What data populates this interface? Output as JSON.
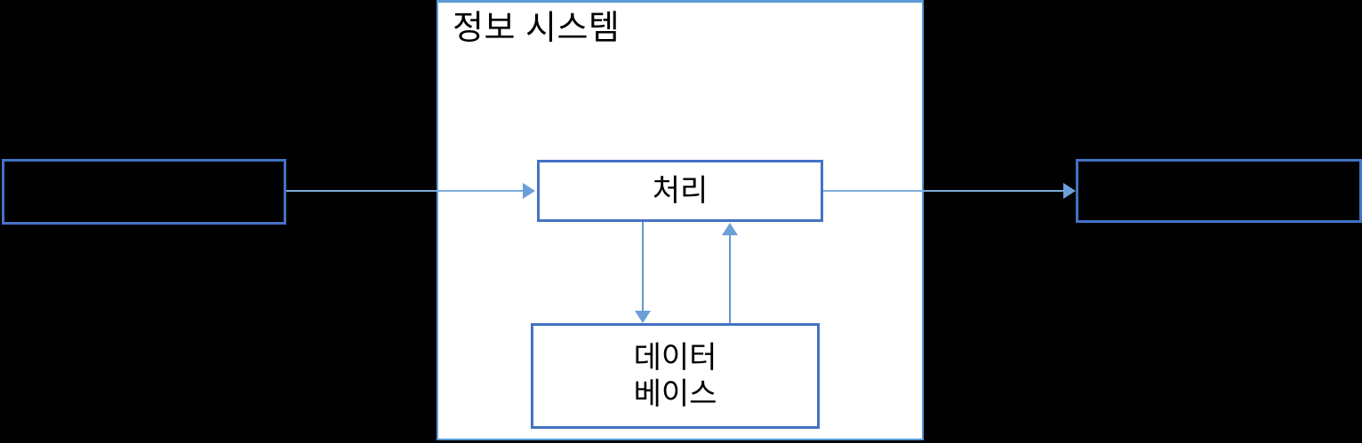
{
  "diagram": {
    "title": "정보 시스템",
    "background_color": "#000000",
    "panel_fill": "#FFFFFF",
    "box_border_color": "#4472C4",
    "panel_border_color": "#5B9BD5",
    "arrow_color": "#6B9FD8",
    "nodes": [
      {
        "id": "input",
        "label": "",
        "filled": false
      },
      {
        "id": "process",
        "label": "처리",
        "filled": true
      },
      {
        "id": "database",
        "label": "데이터\n베이스",
        "filled": true
      },
      {
        "id": "output",
        "label": "",
        "filled": false
      }
    ],
    "edges": [
      {
        "from": "input",
        "to": "process",
        "direction": "right"
      },
      {
        "from": "process",
        "to": "output",
        "direction": "right"
      },
      {
        "from": "process",
        "to": "database",
        "direction": "down"
      },
      {
        "from": "database",
        "to": "process",
        "direction": "up"
      }
    ]
  }
}
